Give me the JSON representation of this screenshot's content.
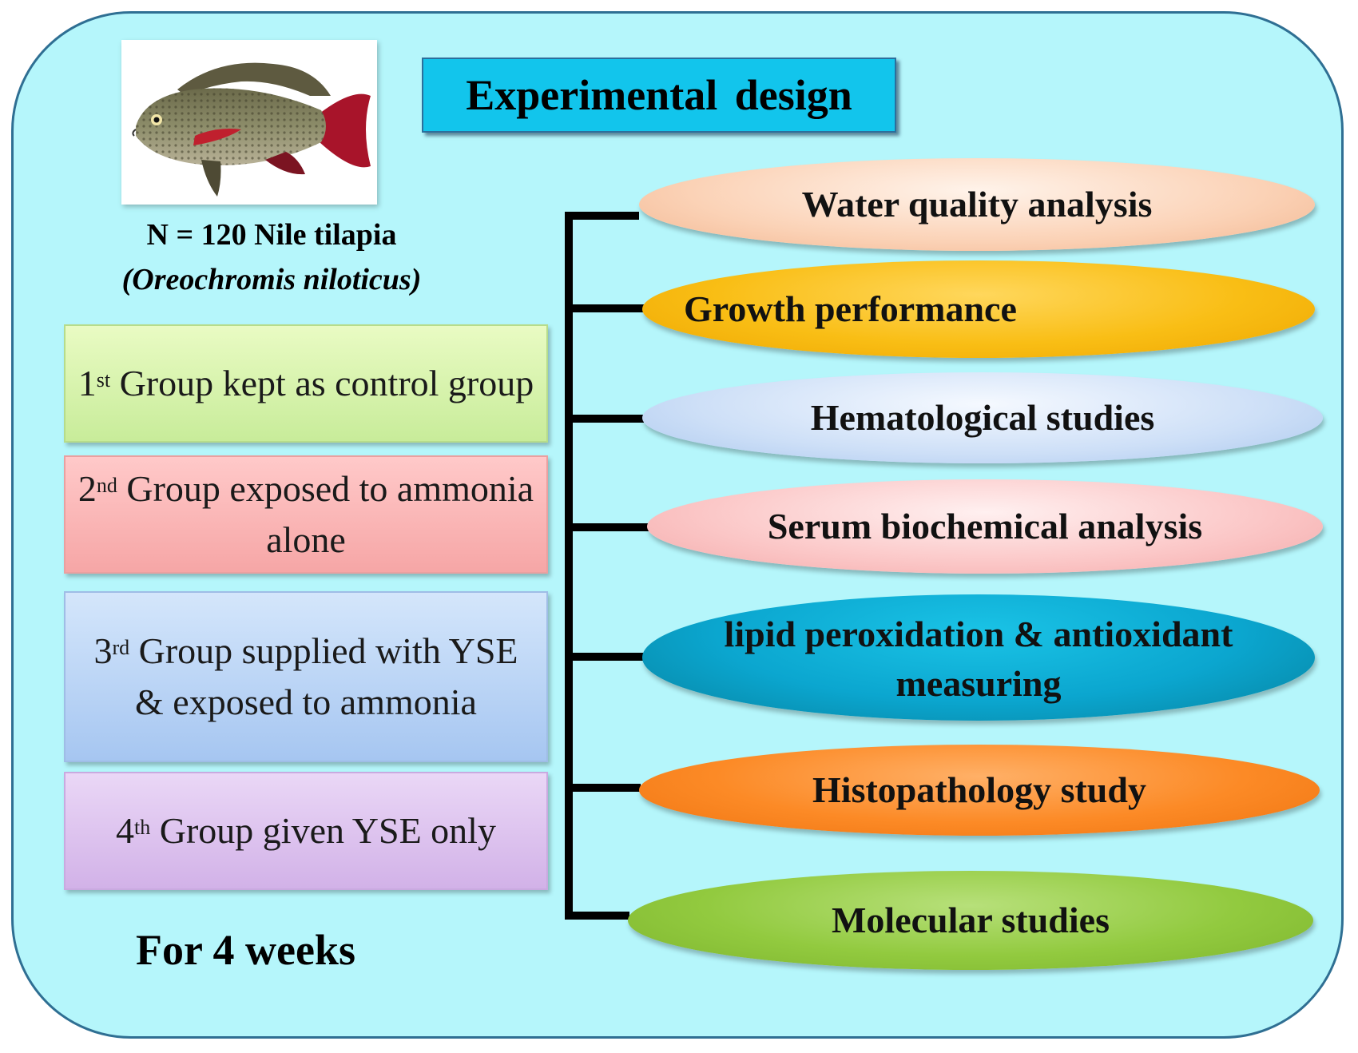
{
  "title": "Experimental design",
  "subject": {
    "line1": "N = 120  Nile tilapia",
    "line2": "(Oreochromis niloticus)"
  },
  "groups": [
    {
      "num": "1",
      "sup": "st",
      "text": " Group kept as control group"
    },
    {
      "num": "2",
      "sup": "nd",
      "text": " Group exposed to ammonia alone"
    },
    {
      "num": "3",
      "sup": "rd",
      "text": " Group supplied with YSE & exposed to ammonia"
    },
    {
      "num": "4",
      "sup": "th",
      "text": " Group  given YSE only"
    }
  ],
  "duration": "For 4 weeks",
  "analyses": [
    "Water quality analysis",
    "Growth performance",
    "Hematological  studies",
    "Serum biochemical analysis",
    "lipid peroxidation & antioxidant measuring",
    "Histopathology study",
    "Molecular  studies"
  ],
  "colors": {
    "panel": "#b5f6fb",
    "title_box": "#12c5ec",
    "connector": "#000000"
  }
}
